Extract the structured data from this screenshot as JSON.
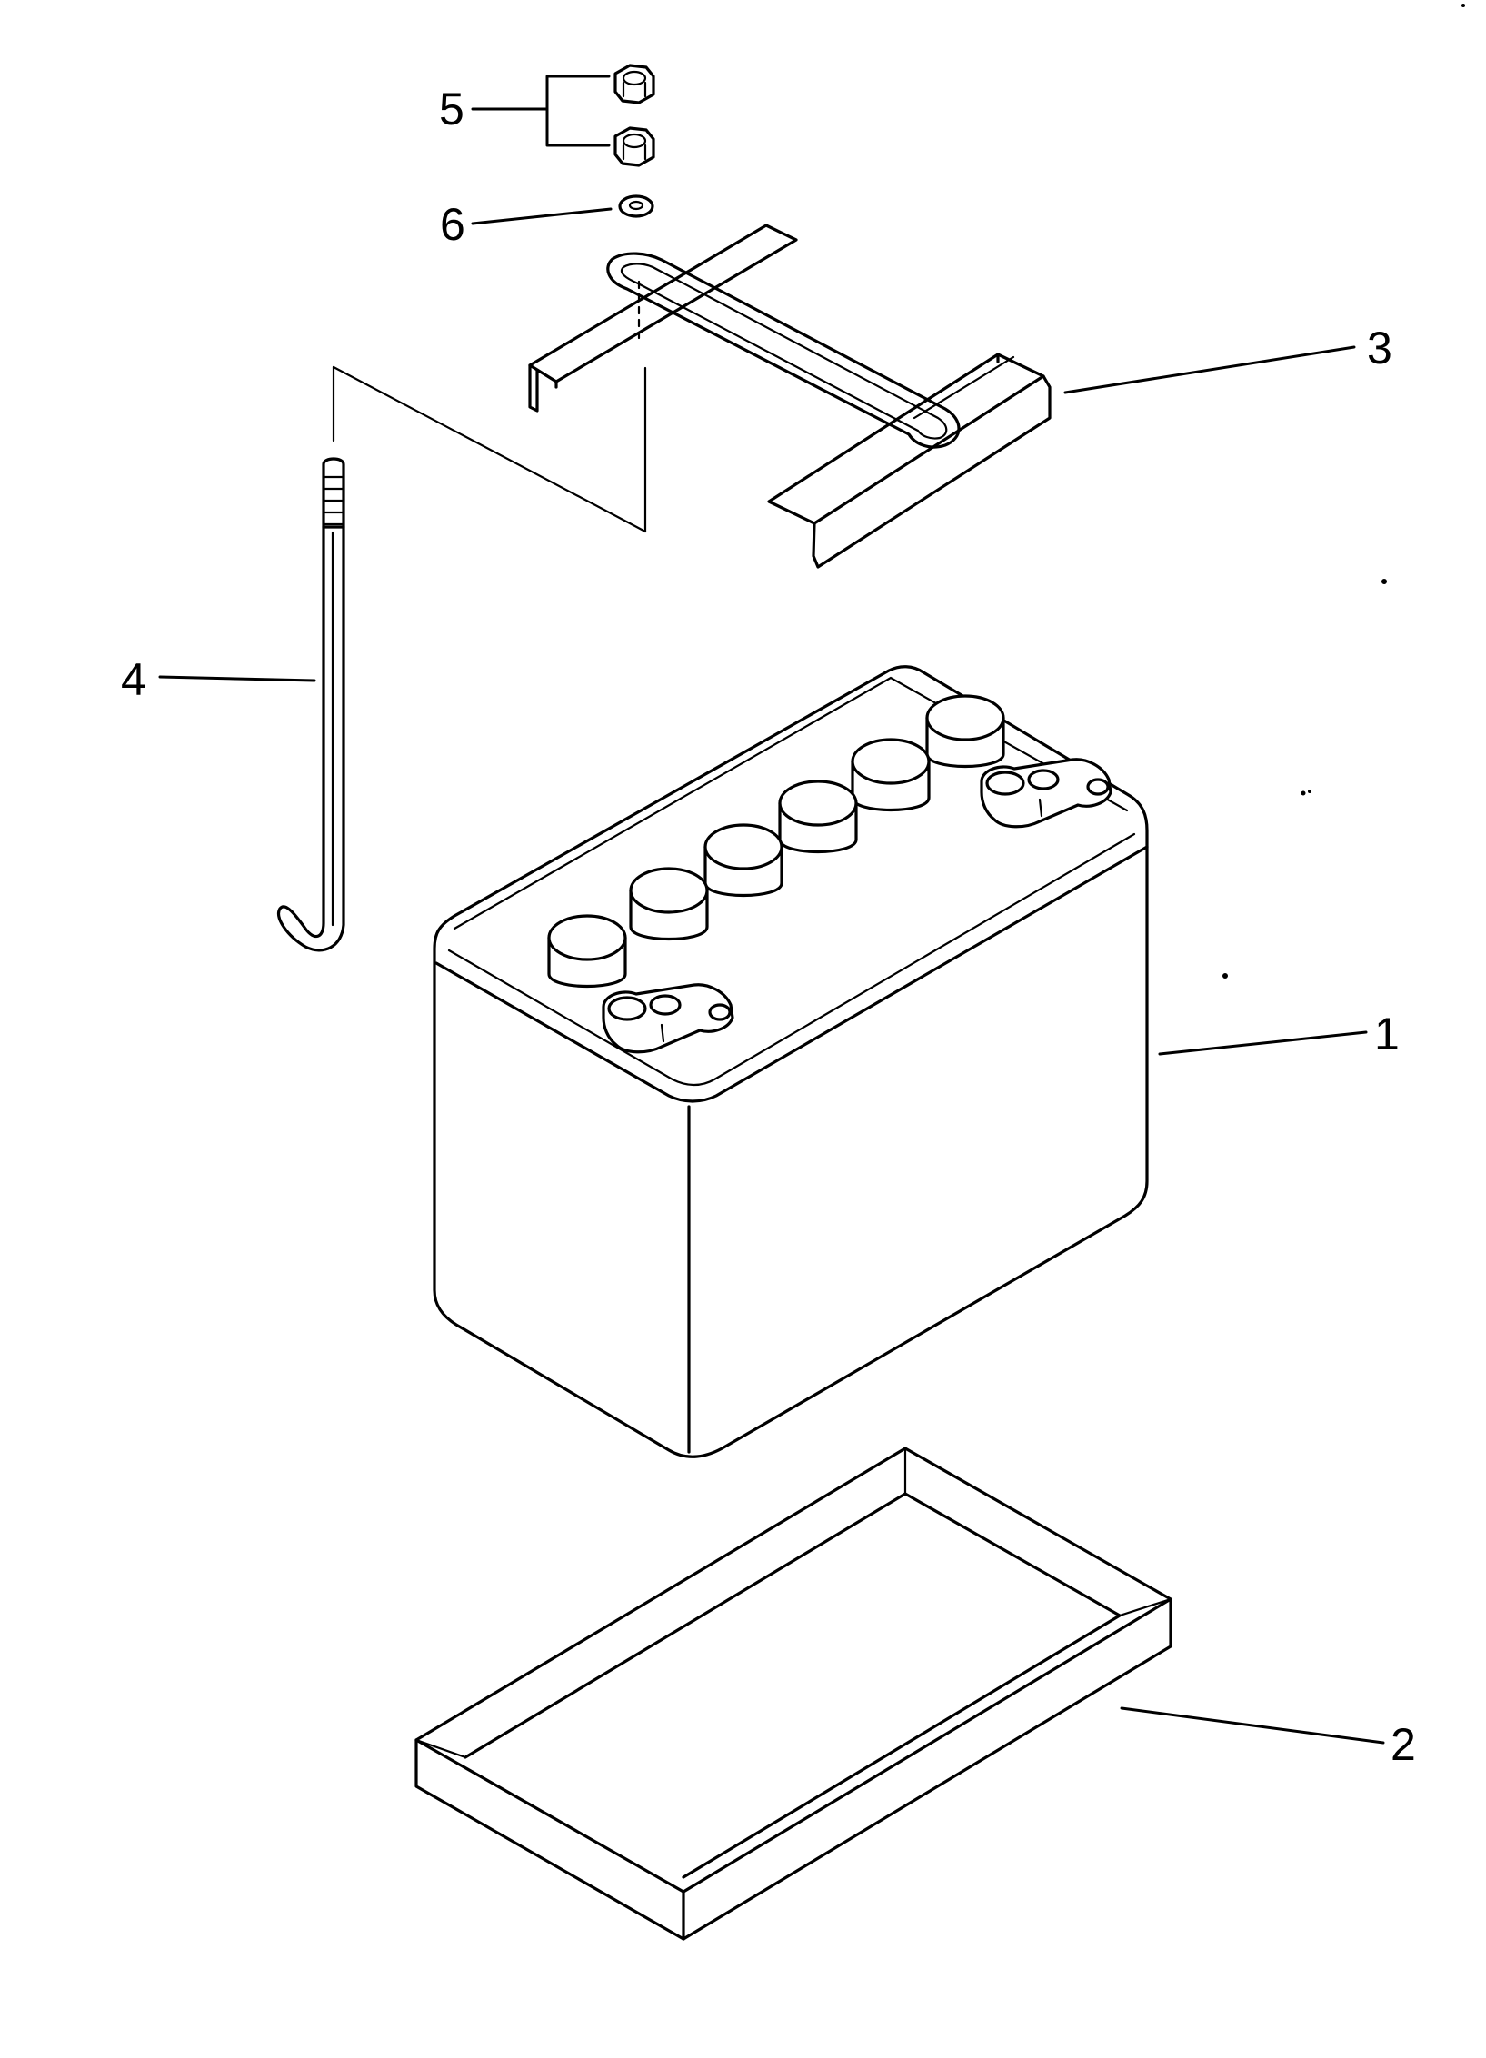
{
  "callouts": [
    {
      "id": "1",
      "label": "1",
      "part": "battery"
    },
    {
      "id": "2",
      "label": "2",
      "part": "battery-tray"
    },
    {
      "id": "3",
      "label": "3",
      "part": "hold-down-bracket"
    },
    {
      "id": "4",
      "label": "4",
      "part": "j-bolt"
    },
    {
      "id": "5",
      "label": "5",
      "part": "nuts"
    },
    {
      "id": "6",
      "label": "6",
      "part": "washer"
    }
  ],
  "colors": {
    "line": "#000000",
    "background": "#ffffff"
  }
}
